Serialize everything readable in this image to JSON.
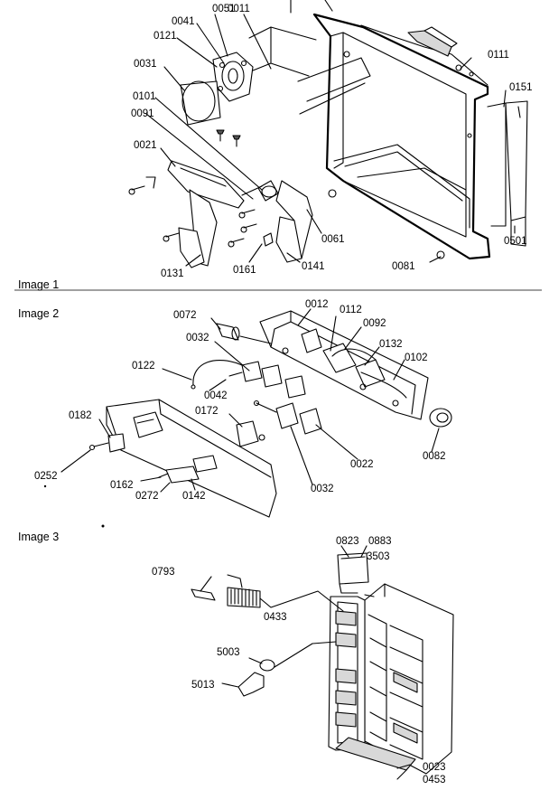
{
  "sections": [
    {
      "id": "image1",
      "label": "Image 1",
      "callouts": [
        {
          "id": "c0051",
          "text": "0051"
        },
        {
          "id": "c0011",
          "text": "0011"
        },
        {
          "id": "c0041",
          "text": "0041"
        },
        {
          "id": "c0121",
          "text": "0121"
        },
        {
          "id": "c0031",
          "text": "0031"
        },
        {
          "id": "c0101",
          "text": "0101"
        },
        {
          "id": "c0091",
          "text": "0091"
        },
        {
          "id": "c0021",
          "text": "0021"
        },
        {
          "id": "c0111",
          "text": "0111"
        },
        {
          "id": "c0151",
          "text": "0151"
        },
        {
          "id": "c0061",
          "text": "0061"
        },
        {
          "id": "c0501",
          "text": "0501"
        },
        {
          "id": "c0131",
          "text": "0131"
        },
        {
          "id": "c0161",
          "text": "0161"
        },
        {
          "id": "c0141",
          "text": "0141"
        },
        {
          "id": "c0081",
          "text": "0081"
        }
      ]
    },
    {
      "id": "image2",
      "label": "Image 2",
      "callouts": [
        {
          "id": "c0072",
          "text": "0072"
        },
        {
          "id": "c0012",
          "text": "0012"
        },
        {
          "id": "c0112",
          "text": "0112"
        },
        {
          "id": "c0092",
          "text": "0092"
        },
        {
          "id": "c0032a",
          "text": "0032"
        },
        {
          "id": "c0132",
          "text": "0132"
        },
        {
          "id": "c0102",
          "text": "0102"
        },
        {
          "id": "c0122",
          "text": "0122"
        },
        {
          "id": "c0042",
          "text": "0042"
        },
        {
          "id": "c0172",
          "text": "0172"
        },
        {
          "id": "c0182",
          "text": "0182"
        },
        {
          "id": "c0022",
          "text": "0022"
        },
        {
          "id": "c0082",
          "text": "0082"
        },
        {
          "id": "c0252",
          "text": "0252"
        },
        {
          "id": "c0162",
          "text": "0162"
        },
        {
          "id": "c0272",
          "text": "0272"
        },
        {
          "id": "c0142",
          "text": "0142"
        },
        {
          "id": "c0032b",
          "text": "0032"
        }
      ]
    },
    {
      "id": "image3",
      "label": "Image 3",
      "callouts": [
        {
          "id": "c0823",
          "text": "0823"
        },
        {
          "id": "c0883",
          "text": "0883"
        },
        {
          "id": "c3503",
          "text": "3503"
        },
        {
          "id": "c0793",
          "text": "0793"
        },
        {
          "id": "c0433",
          "text": "0433"
        },
        {
          "id": "c5003",
          "text": "5003"
        },
        {
          "id": "c5013",
          "text": "5013"
        },
        {
          "id": "c0023",
          "text": "0023"
        },
        {
          "id": "c0453",
          "text": "0453"
        }
      ]
    }
  ]
}
